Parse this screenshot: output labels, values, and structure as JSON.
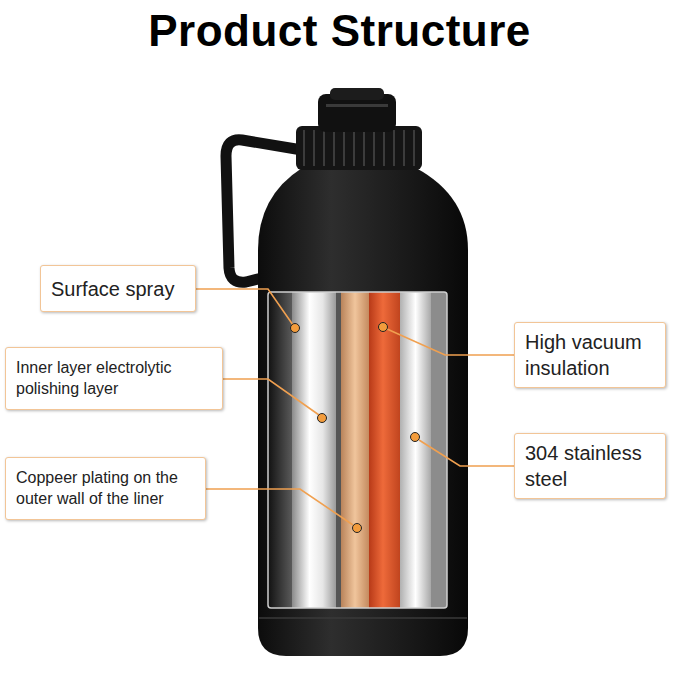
{
  "diagram": {
    "title": "Product Structure",
    "nodes": [
      {
        "text": [
          "Surface spray"
        ]
      },
      {
        "text": [
          "High vacuum insulation"
        ]
      },
      {
        "text": [
          "Inner layer electrolytic polishing layer"
        ]
      },
      {
        "text": [
          "304 stainless steel"
        ]
      },
      {
        "text": [
          "Coppeer plating on the outer wall of the liner"
        ]
      }
    ]
  }
}
